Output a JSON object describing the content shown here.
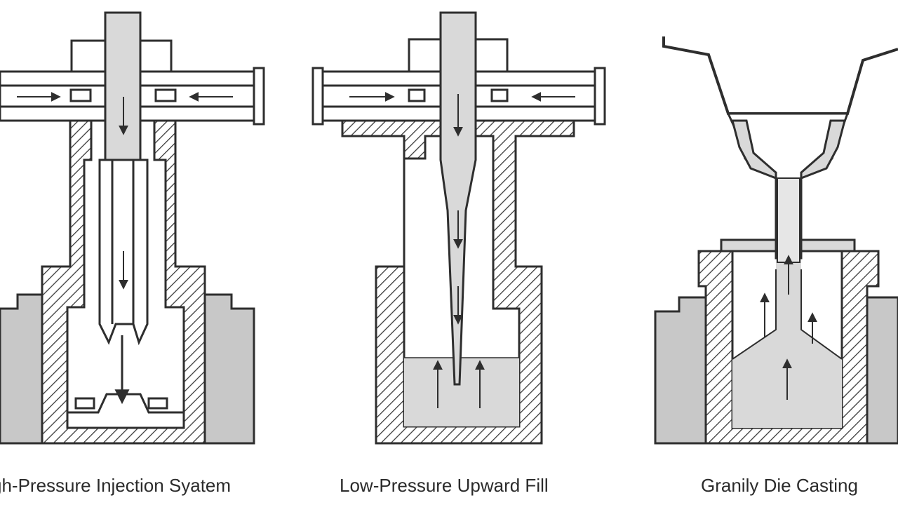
{
  "captions": {
    "high_pressure": "gh-Pressure Injection Syatem",
    "low_pressure": "Low-Pressure Upward Fill",
    "gravity": "Granily Die Casting"
  },
  "colors": {
    "line": "#2e2e2e",
    "metal_fill": "#d9d9d9",
    "block_fill": "#c8c8c8",
    "background": "#ffffff"
  }
}
